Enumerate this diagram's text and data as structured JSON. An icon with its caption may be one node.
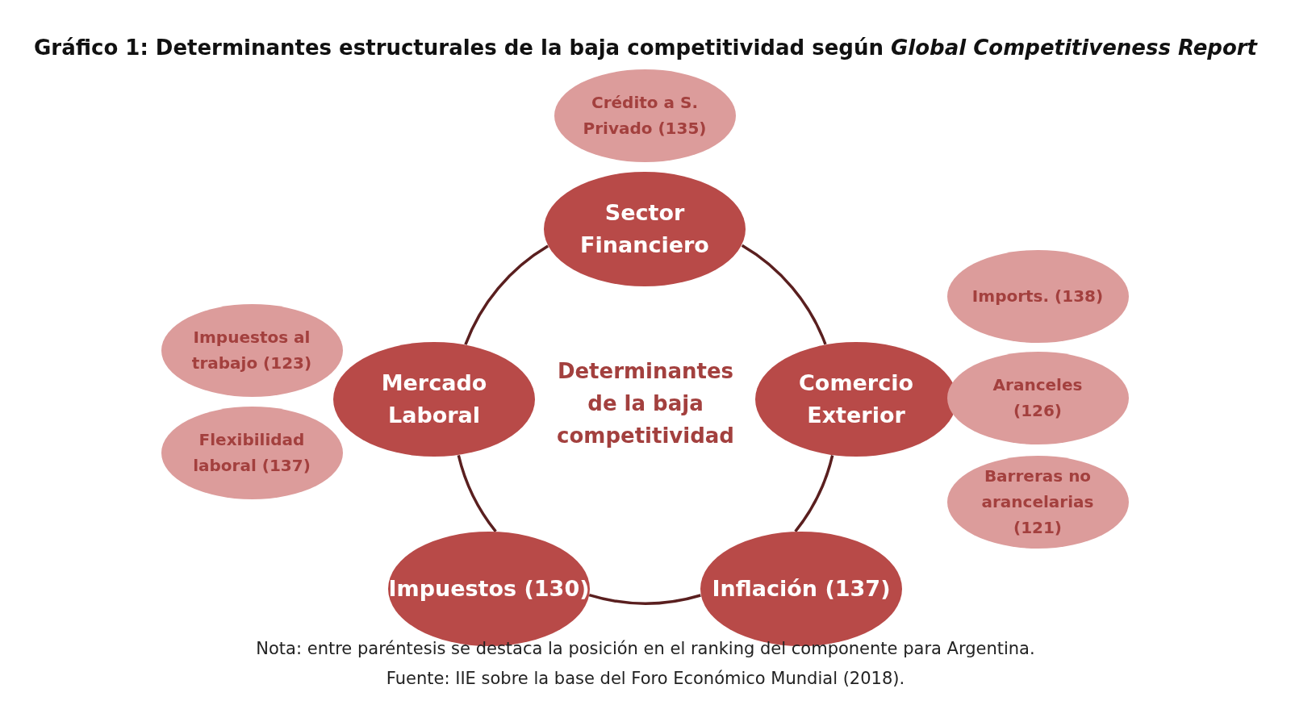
{
  "diagram": {
    "title": "Gráfico 1: Determinantes estructurales de la baja competitividad según *Global Competitiveness Report*",
    "nodes": [
      {
        "text": [
          "Crédito a S. Privado (135)"
        ]
      },
      {
        "text": [
          "Sector Financiero"
        ]
      },
      {
        "text": [
          "Imports. (138)"
        ]
      },
      {
        "text": [
          "Impuestos al trabajo (123)"
        ]
      },
      {
        "text": [
          "Mercado Laboral"
        ]
      },
      {
        "text": [
          "Comercio Exterior"
        ]
      },
      {
        "text": [
          "Aranceles (126)"
        ]
      },
      {
        "text": [
          "Flexibilidad laboral (137)"
        ]
      },
      {
        "text": [
          "Barreras no arancelarias (121)"
        ]
      },
      {
        "text": [
          "Impuestos (130)"
        ]
      },
      {
        "text": [
          "Inflación (137)"
        ]
      }
    ],
    "edges": [
      {
        "from": 1,
        "to": 5,
        "arrow": "none"
      },
      {
        "from": 5,
        "to": 10,
        "arrow": "none"
      },
      {
        "from": 10,
        "to": 9,
        "arrow": "none"
      },
      {
        "from": 9,
        "to": 4,
        "arrow": "none"
      },
      {
        "from": 4,
        "to": 1,
        "arrow": "none"
      }
    ],
    "labels": [
      "Determinantes de la baja competitividad",
      "Nota: entre paréntesis se destaca la posición en el ranking del componente para Argentina.",
      "Fuente: IIE sobre la base del Foro Económico Mundial (2018)."
    ]
  }
}
